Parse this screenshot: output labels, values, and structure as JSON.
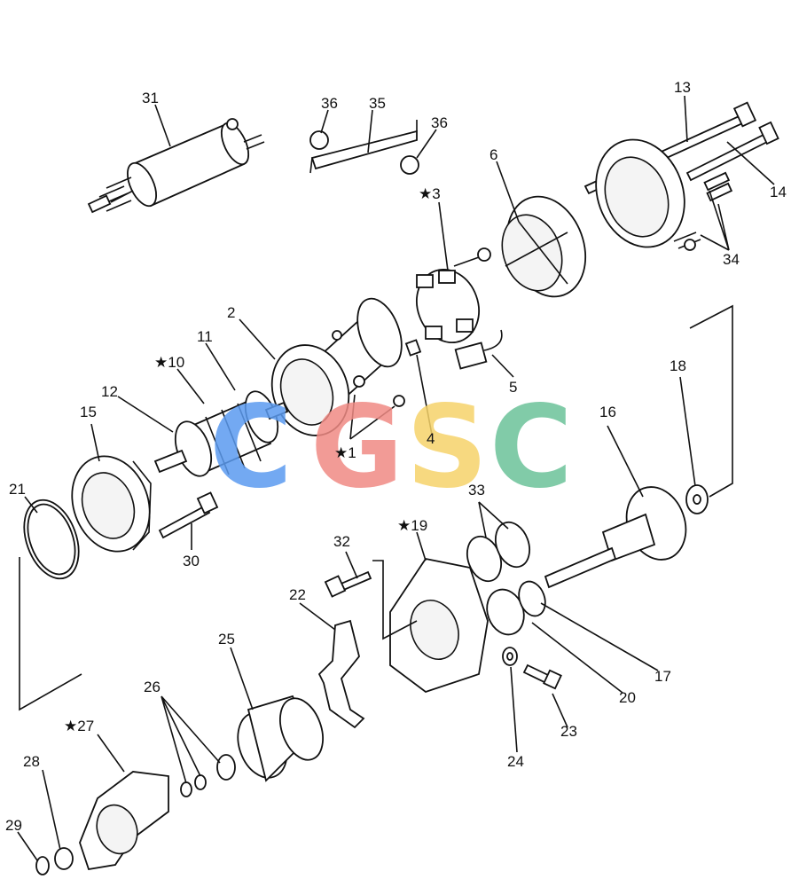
{
  "labels": {
    "l1": "★1",
    "l2": "2",
    "l3": "★3",
    "l4": "4",
    "l5": "5",
    "l6": "6",
    "l10": "★10",
    "l11": "11",
    "l12": "12",
    "l13": "13",
    "l14": "14",
    "l15": "15",
    "l16": "16",
    "l17": "17",
    "l18": "18",
    "l19": "★19",
    "l20": "20",
    "l21": "21",
    "l22": "22",
    "l23": "23",
    "l24": "24",
    "l25": "25",
    "l26": "26",
    "l27": "★27",
    "l28": "28",
    "l29": "29",
    "l30": "30",
    "l31": "31",
    "l32": "32",
    "l33": "33",
    "l34": "34",
    "l35": "35",
    "l36a": "36",
    "l36b": "36"
  },
  "watermark": {
    "letters": [
      "C",
      "G",
      "S",
      "C"
    ],
    "colors": [
      "#5b9bf0",
      "#f08a84",
      "#f6d36a",
      "#6cc39a"
    ]
  }
}
